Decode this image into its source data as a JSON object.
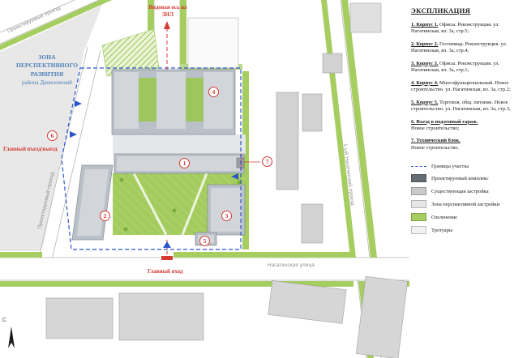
{
  "colors": {
    "accent_red": "#d33b33",
    "boundary_blue": "#2b55c8",
    "zone_text_blue": "#4f81b8",
    "greenery": "#a6cd5f",
    "existing_buildings": "#d2d2d2",
    "projected_complex": "#b9c0c8",
    "perspective_zone": "#e8e8e8"
  },
  "map": {
    "labels": {
      "projected_drive_top": "Проектируемый проезд",
      "projected_drive_left": "Проектируемый проезд",
      "zone_title": "ЗОНА ПЕРСПЕКТИВНОГО РАЗВИТИЯ",
      "zone_subtitle": "района Даниловский",
      "view_axis": "Видовая ось на ЗИЛ",
      "main_gate": "Главный въезд/выезд",
      "main_entrance": "Главный вход",
      "nagatinskaya_street": "Нагатинская улица",
      "nagatinsky_drive": "1-ый Нагатинский проезд",
      "north": "С"
    },
    "markers": [
      {
        "label": "1"
      },
      {
        "label": "2"
      },
      {
        "label": "3"
      },
      {
        "label": "4"
      },
      {
        "label": "5"
      },
      {
        "label": "6"
      },
      {
        "label": "7"
      }
    ]
  },
  "legend": {
    "title": "ЭКСПЛИКАЦИЯ",
    "items": [
      {
        "title": "1. Корпус 1.",
        "desc": "Офисы. Реконструкция. ул. Нагатинская, вл. 3а, стр.5;"
      },
      {
        "title": "2. Корпус 2.",
        "desc": "Гостиница. Реконструкция. ул. Нагатинская, вл. 3а, стр.4;"
      },
      {
        "title": "3. Корпус 3.",
        "desc": "Офисы. Реконструкция. ул. Нагатинская, вл. 3а, стр.1;"
      },
      {
        "title": "4. Корпус 4.",
        "desc": "Многофункциональный. Новое строительство. ул. Нагатинская, вл. 3а, стр.2;"
      },
      {
        "title": "5. Корпус 5.",
        "desc": "Торговля, общ. питание. Новое строительство. ул. Нагатинская, вл. 3а, стр.3;"
      },
      {
        "title": "6. Въезд в подземный гараж.",
        "desc": "Новое строительство;"
      },
      {
        "title": "7. Технический блок.",
        "desc": "Новое строительство."
      }
    ],
    "symbols": [
      {
        "label": "Границы участка",
        "color": "#2b55c8"
      },
      {
        "label": "Проектируемый комплекс",
        "color": "#666c74"
      },
      {
        "label": "Существующая застройка",
        "color": "#c9c9c9"
      },
      {
        "label": "Зона перспективной застройки",
        "color": "#e6e6e6"
      },
      {
        "label": "Озеленение",
        "color": "#a6cd5f"
      },
      {
        "label": "Тротуары",
        "color": "#f2f2f2"
      }
    ]
  }
}
